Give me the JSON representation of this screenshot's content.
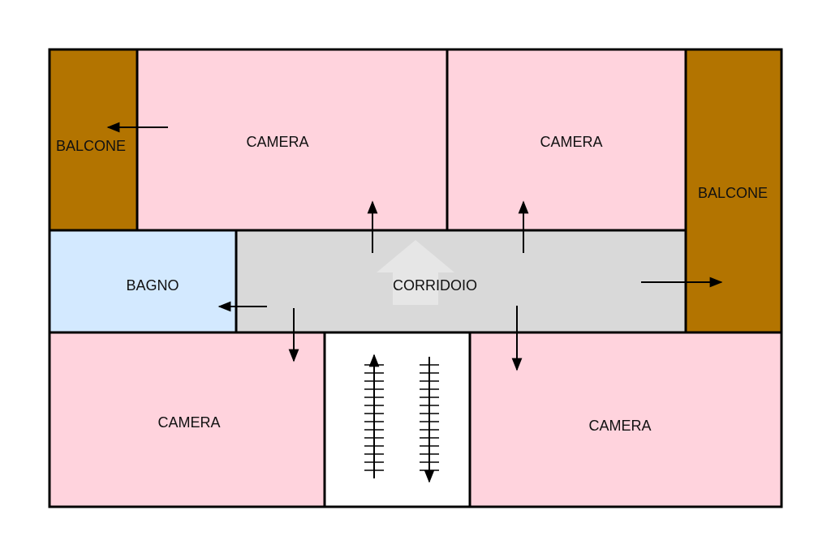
{
  "colors": {
    "balcone": "#b37400",
    "camera": "#ffd3dd",
    "bagno": "#d3e9ff",
    "corridoio": "#d9d9d9",
    "scala": "#ffffff",
    "wall": "#000000"
  },
  "rooms": {
    "balcone_left": {
      "label": "BALCONE"
    },
    "camera_top_left": {
      "label": "CAMERA"
    },
    "camera_top_right": {
      "label": "CAMERA"
    },
    "balcone_right": {
      "label": "BALCONE"
    },
    "bagno": {
      "label": "BAGNO"
    },
    "corridoio": {
      "label": "CORRIDOIO"
    },
    "camera_bottom_left": {
      "label": "CAMERA"
    },
    "scala": {
      "label": ""
    },
    "camera_bottom_right": {
      "label": "CAMERA"
    }
  },
  "watermark_icon": "house-logo-watermark"
}
